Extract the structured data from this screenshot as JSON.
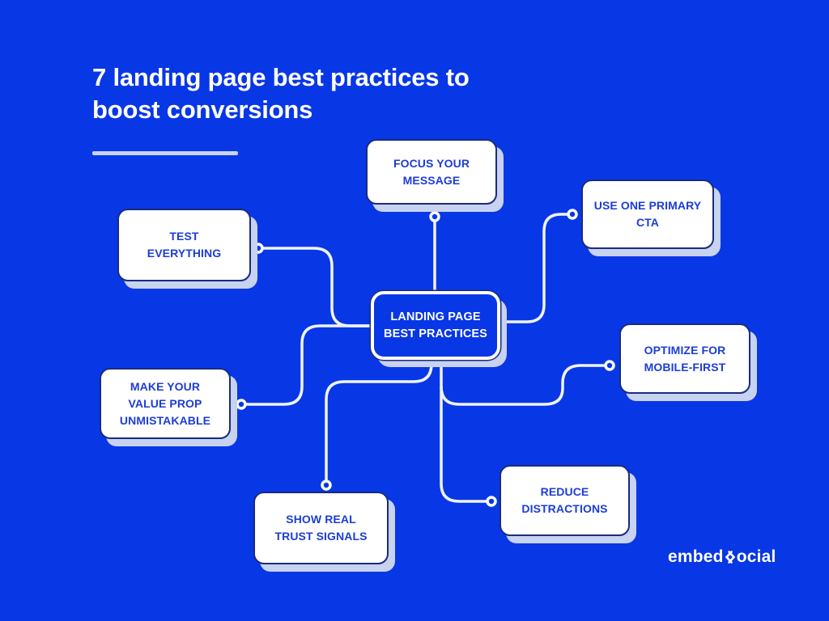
{
  "title": "7 landing page best practices to\nboost conversions",
  "center_node": {
    "label": "LANDING PAGE\nBEST PRACTICES"
  },
  "nodes": [
    {
      "id": "focus-your-message",
      "label": "FOCUS YOUR\nMESSAGE"
    },
    {
      "id": "use-one-primary-cta",
      "label": "USE ONE PRIMARY\nCTA"
    },
    {
      "id": "test-everything",
      "label": "TEST\nEVERYTHING"
    },
    {
      "id": "make-your-value-prop-unmistakable",
      "label": "MAKE YOUR\nVALUE PROP\nUNMISTAKABLE"
    },
    {
      "id": "optimize-for-mobile-first",
      "label": "OPTIMIZE FOR\nMOBILE-FIRST"
    },
    {
      "id": "show-real-trust-signals",
      "label": "SHOW REAL\nTRUST SIGNALS"
    },
    {
      "id": "reduce-distractions",
      "label": "REDUCE\nDISTRACTIONS"
    }
  ],
  "logo": {
    "prefix": "embed",
    "icon": "embedsocial-s-icon",
    "suffix": "ocial"
  },
  "colors": {
    "background": "#0837E6",
    "node_background": "#FFFFFF",
    "node_text": "#1C3DD6",
    "node_border": "#1A2B7E",
    "node_shadow": "#C8D2F1",
    "center_node_text": "#FFFFFF",
    "connector_line": "#EFF3FB",
    "title_text": "#FFFFFF",
    "title_underline": "#C9D4F2",
    "logo_text": "#FFFFFF"
  }
}
